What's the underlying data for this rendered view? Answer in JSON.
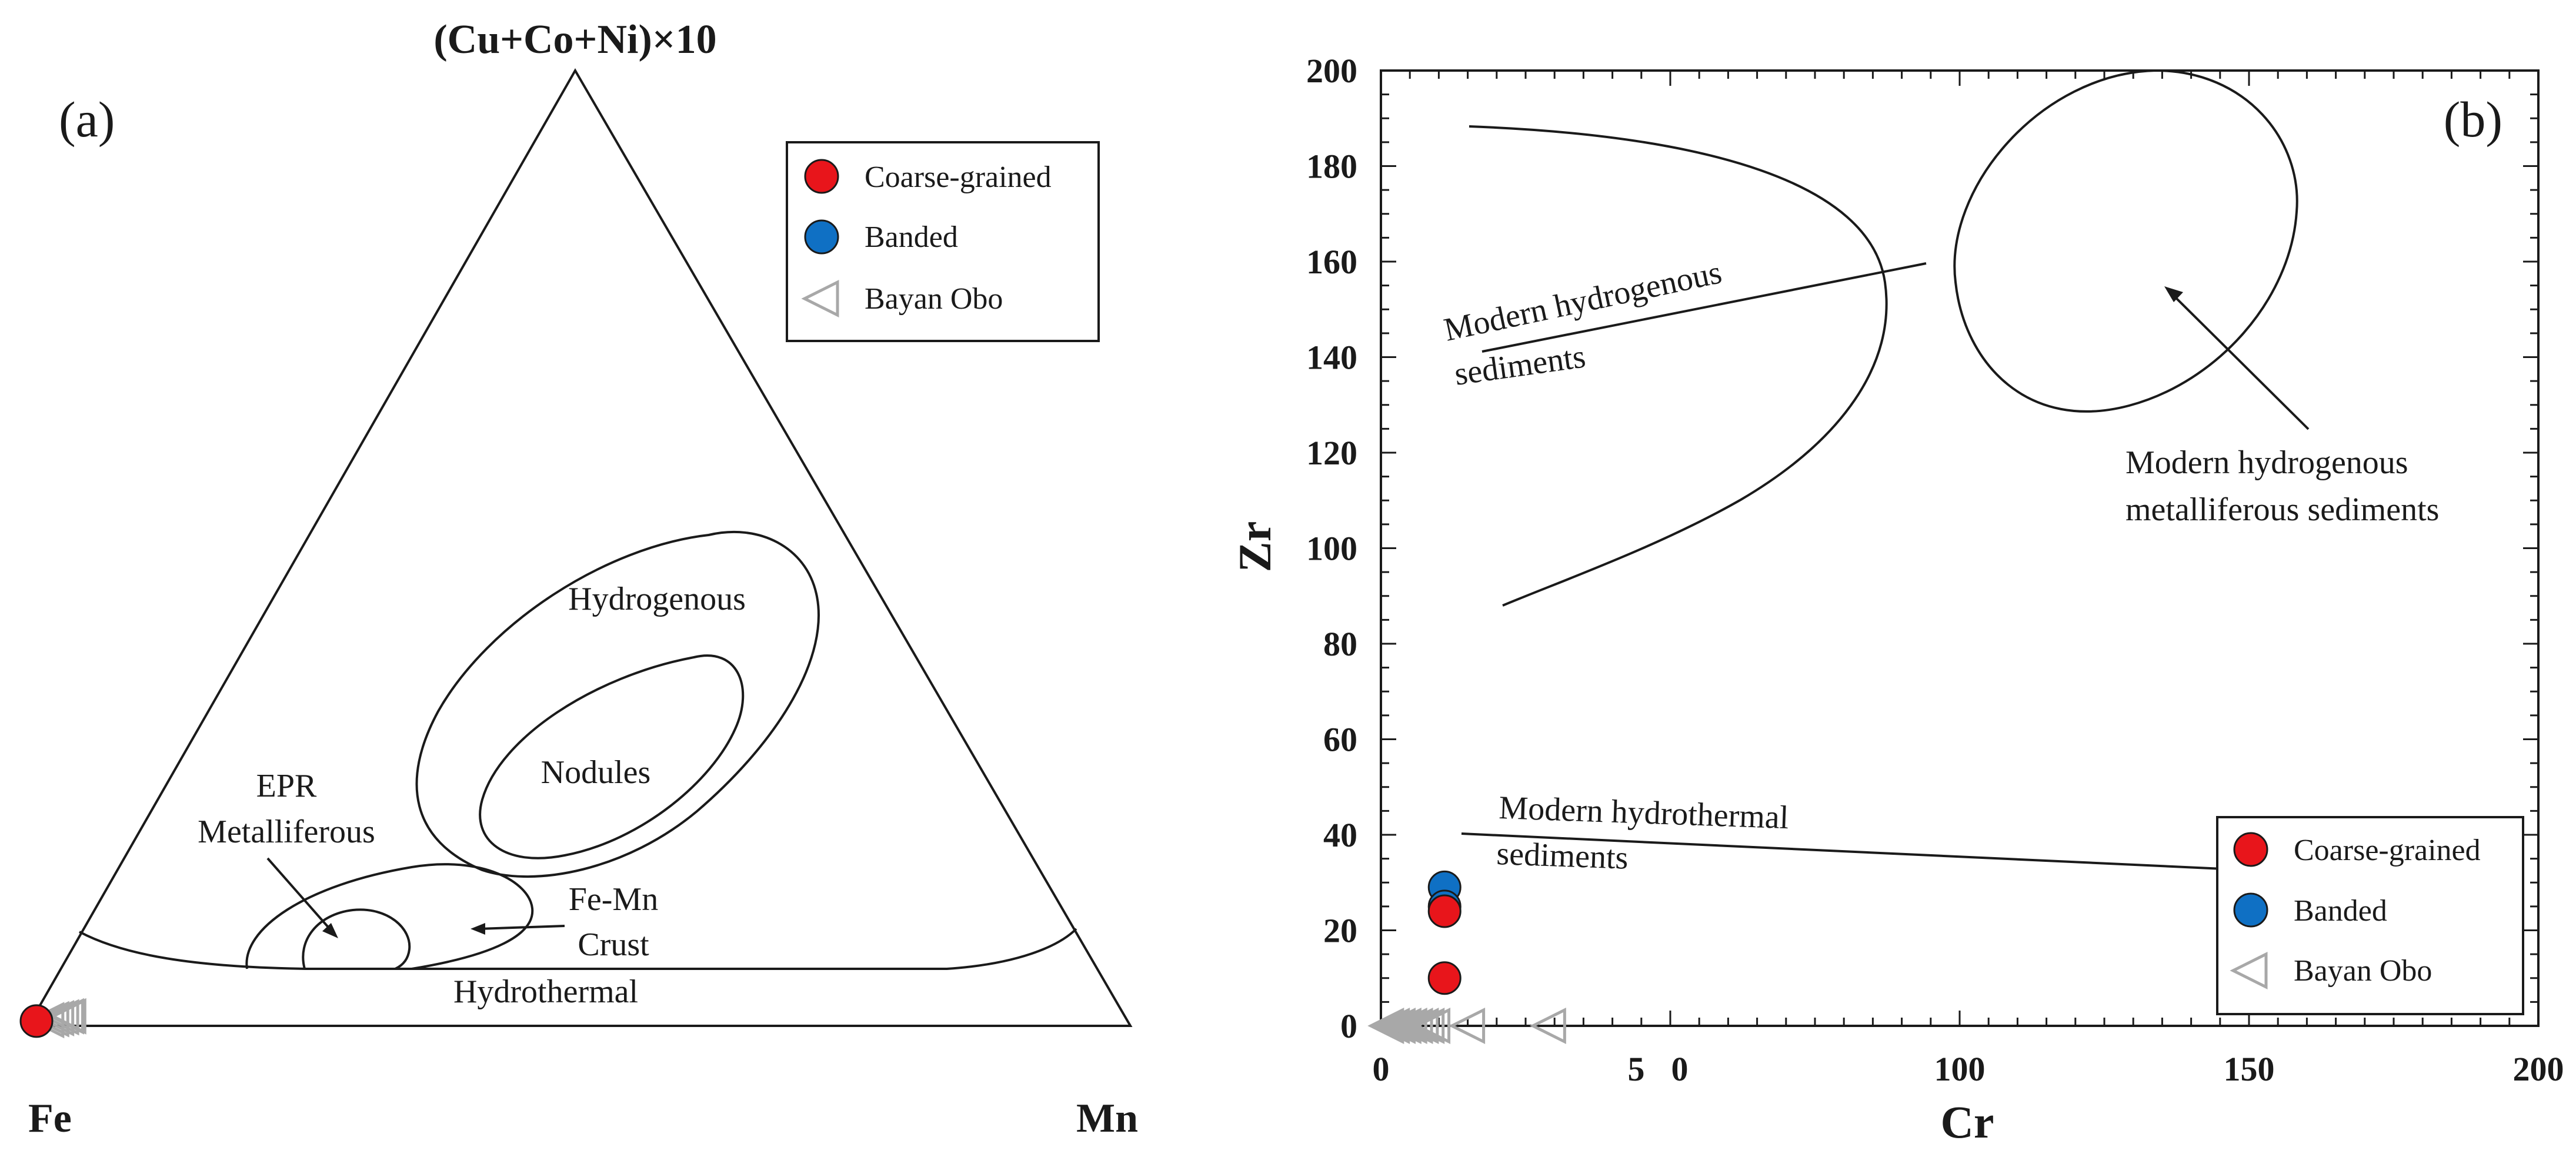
{
  "colors": {
    "coarse": "#e8151b",
    "banded": "#0f70c4",
    "bayan": "#a8a8a8",
    "ink": "#1a1a1a"
  },
  "chart_data": [
    {
      "type": "scatter",
      "panel_label": "(a)",
      "chart_kind": "ternary",
      "vertex_labels": {
        "top": "(Cu+Co+Ni)×10",
        "left": "Fe",
        "right": "Mn"
      },
      "field_labels": {
        "hydrogenous": "Hydrogenous",
        "nodules": "Nodules",
        "epr_1": "EPR",
        "epr_2": "Metalliferous",
        "femn_1": "Fe-Mn",
        "femn_2": "Crust",
        "hydrothermal": "Hydrothermal"
      },
      "legend": {
        "placement": "top-right",
        "entries": [
          "Coarse-grained",
          "Banded",
          "Bayan Obo"
        ]
      },
      "series": [
        {
          "name": "Coarse-grained",
          "marker": "circle",
          "points": [
            {
              "fe": 99,
              "mn": 0.5,
              "top": 0.5
            }
          ]
        },
        {
          "name": "Banded",
          "marker": "circle",
          "points": []
        },
        {
          "name": "Bayan Obo",
          "marker": "triangle-left",
          "points": [
            {
              "fe": 98,
              "mn": 1.4,
              "top": 0.6
            },
            {
              "fe": 97.5,
              "mn": 1.8,
              "top": 0.7
            },
            {
              "fe": 97,
              "mn": 2.2,
              "top": 0.8
            },
            {
              "fe": 96.5,
              "mn": 2.6,
              "top": 0.9
            },
            {
              "fe": 96,
              "mn": 3.0,
              "top": 1.0
            },
            {
              "fe": 95.8,
              "mn": 3.2,
              "top": 1.0
            }
          ]
        }
      ]
    },
    {
      "type": "scatter",
      "panel_label": "(b)",
      "xlabel": "Cr",
      "ylabel": "Zr",
      "xlim": [
        0,
        200
      ],
      "ylim": [
        0,
        200
      ],
      "x_ticks_left": [
        "0",
        "5",
        "0"
      ],
      "x_ticks": [
        "100",
        "150",
        "200"
      ],
      "y_ticks": [
        "0",
        "20",
        "40",
        "60",
        "80",
        "100",
        "120",
        "140",
        "160",
        "180",
        "200"
      ],
      "annotations": {
        "hydrogenous_1": "Modern hydrogenous",
        "hydrogenous_2": "sediments",
        "metalliferous_1": "Modern hydrogenous",
        "metalliferous_2": "metalliferous sediments",
        "hydrothermal_1": "Modern hydrothermal",
        "hydrothermal_2": "sediments"
      },
      "legend": {
        "placement": "bottom-right",
        "entries": [
          "Coarse-grained",
          "Banded",
          "Bayan Obo"
        ]
      },
      "series": [
        {
          "name": "Coarse-grained",
          "marker": "circle",
          "points": [
            {
              "x": 11,
              "y": 10
            },
            {
              "x": 11,
              "y": 24
            }
          ]
        },
        {
          "name": "Banded",
          "marker": "circle",
          "points": [
            {
              "x": 11,
              "y": 29
            },
            {
              "x": 11,
              "y": 25
            }
          ]
        },
        {
          "name": "Bayan Obo",
          "marker": "triangle-left",
          "points": [
            {
              "x": 1,
              "y": 0
            },
            {
              "x": 2,
              "y": 0
            },
            {
              "x": 3,
              "y": 0
            },
            {
              "x": 4,
              "y": 0
            },
            {
              "x": 5,
              "y": 0
            },
            {
              "x": 6,
              "y": 0
            },
            {
              "x": 7,
              "y": 0
            },
            {
              "x": 8,
              "y": 0
            },
            {
              "x": 9,
              "y": 0
            },
            {
              "x": 15,
              "y": 0
            },
            {
              "x": 29,
              "y": 0
            }
          ]
        }
      ]
    }
  ]
}
